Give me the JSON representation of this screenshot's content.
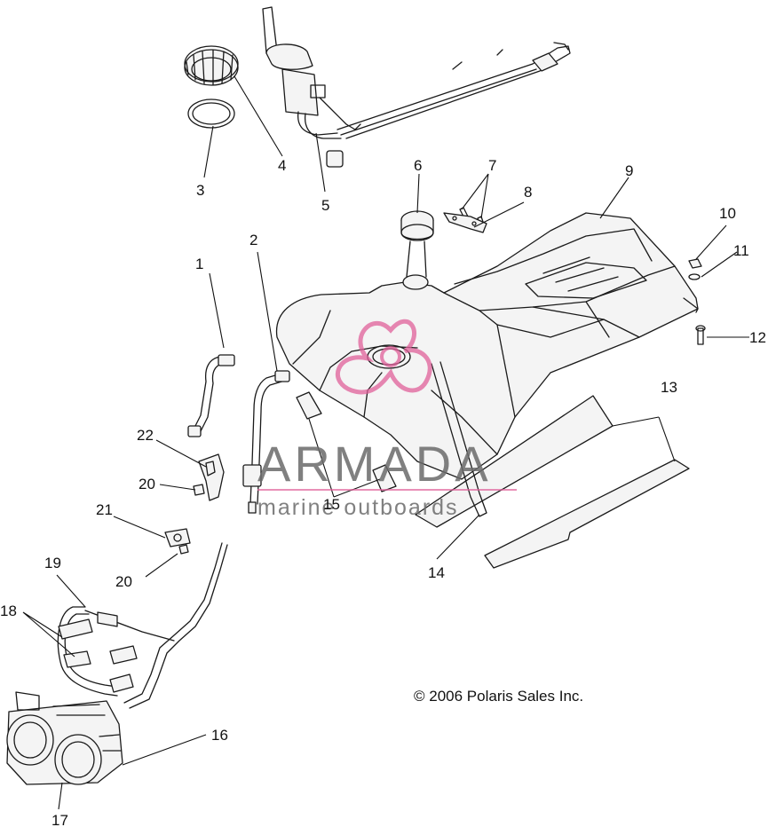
{
  "diagram": {
    "callouts": [
      "1",
      "2",
      "3",
      "4",
      "5",
      "6",
      "7",
      "8",
      "9",
      "10",
      "11",
      "12",
      "13",
      "14",
      "15",
      "16",
      "17",
      "18",
      "19",
      "20",
      "20",
      "21",
      "22"
    ],
    "copyright": "© 2006 Polaris Sales Inc.",
    "watermark": {
      "brand": "ARMADA",
      "tagline": "marine outboards",
      "accent_color": "#e0609a",
      "text_color": "#6b6b6b"
    }
  }
}
